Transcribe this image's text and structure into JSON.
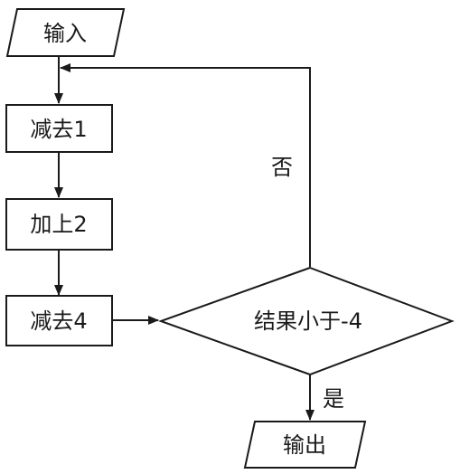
{
  "diagram": {
    "nodes": {
      "input": "输入",
      "subtract_1": "减去1",
      "add_2": "加上2",
      "subtract_4": "减去4",
      "decision": "结果小于-4",
      "output": "输出"
    },
    "edges": {
      "no_label": "否",
      "yes_label": "是"
    }
  },
  "colors": {
    "line": "#1a1a1a",
    "background": "#ffffff"
  }
}
